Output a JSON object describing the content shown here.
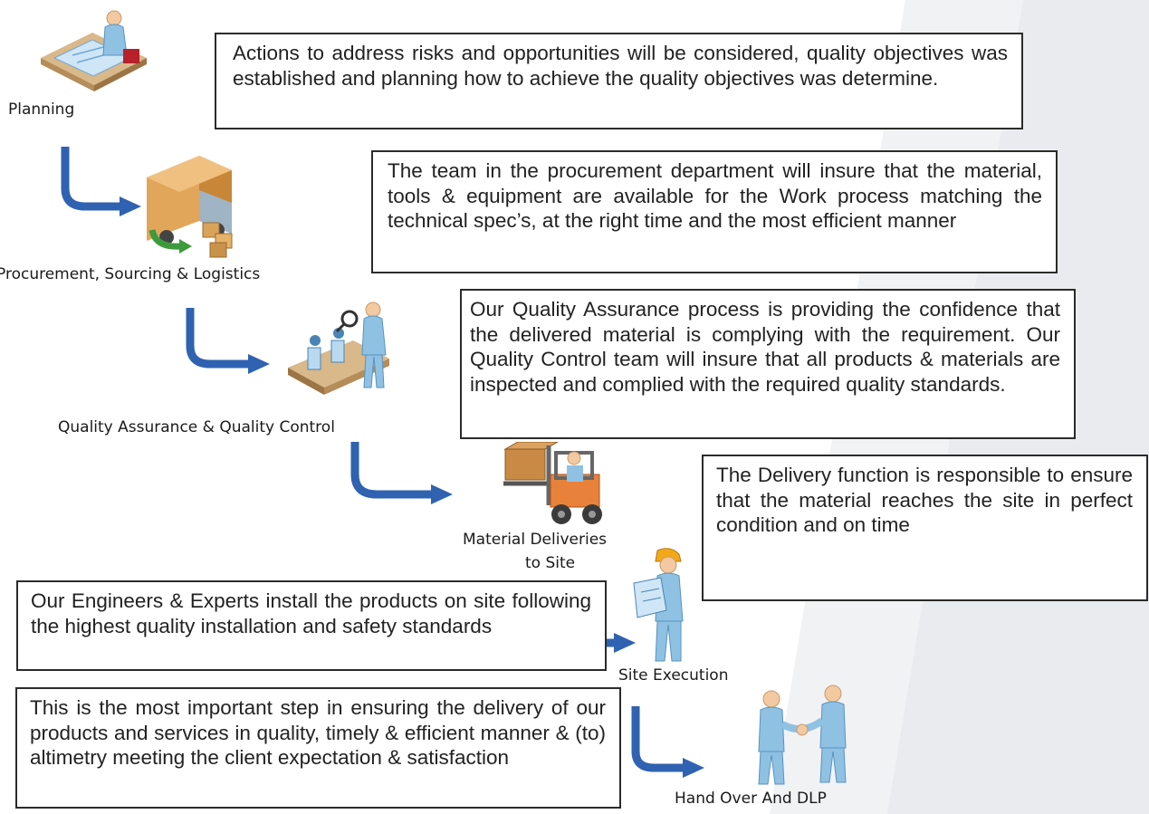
{
  "steps": [
    {
      "label": "Planning",
      "icon": "planning-desk-icon",
      "description": "Actions to address risks and opportunities will be considered, quality objectives was established and planning how to achieve the quality objectives was determine."
    },
    {
      "label": "Procurement, Sourcing & Logistics",
      "icon": "delivery-truck-icon",
      "description": "The team in the procurement department will insure that the material, tools & equipment are available for the Work process matching the technical spec’s, at the right time and the most efficient manner"
    },
    {
      "label": "Quality Assurance & Quality Control",
      "icon": "inspection-conveyor-icon",
      "description": "Our Quality Assurance process is providing the confidence that the delivered material is complying with the requirement. Our Quality Control team will insure that all products & materials are inspected and complied with the required quality standards."
    },
    {
      "label_line1": "Material Deliveries",
      "label_line2": "to Site",
      "icon": "forklift-icon",
      "description": "The Delivery function is responsible to ensure that the material reaches the site in perfect condition and on time"
    },
    {
      "label": "Site Execution",
      "icon": "engineer-blueprint-icon",
      "description": "Our Engineers & Experts install the products on site following the highest quality installation and safety standards"
    },
    {
      "label": "Hand Over And DLP",
      "icon": "handshake-icon",
      "description": "This is the most important step in ensuring the delivery of our products and services in quality, timely & efficient manner  & (to) altimetry meeting the client expectation & satisfaction"
    }
  ],
  "colors": {
    "arrow": "#2f62b0",
    "box_border": "#2b2b2b",
    "figure_body": "#8fc1e3",
    "background_shade": "#eceef1"
  }
}
